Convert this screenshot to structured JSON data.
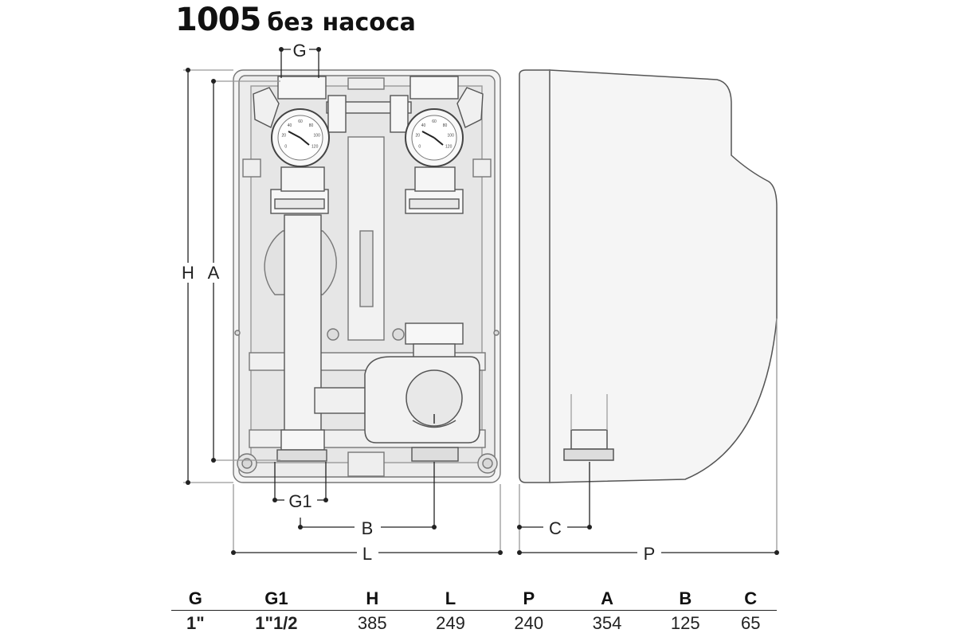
{
  "title": {
    "model": "1005",
    "suffix": "без насоса"
  },
  "dimension_labels": {
    "G": "G",
    "G1": "G1",
    "H": "H",
    "A": "A",
    "B": "B",
    "L": "L",
    "C": "C",
    "P": "P"
  },
  "specs_table": {
    "headers": [
      "G",
      "G1",
      "H",
      "L",
      "P",
      "A",
      "B",
      "C"
    ],
    "values": [
      "1\"",
      "1\"1/2",
      "385",
      "249",
      "240",
      "354",
      "125",
      "65"
    ]
  },
  "thermometer_scale": [
    "0",
    "20",
    "40",
    "60",
    "80",
    "100",
    "120"
  ]
}
